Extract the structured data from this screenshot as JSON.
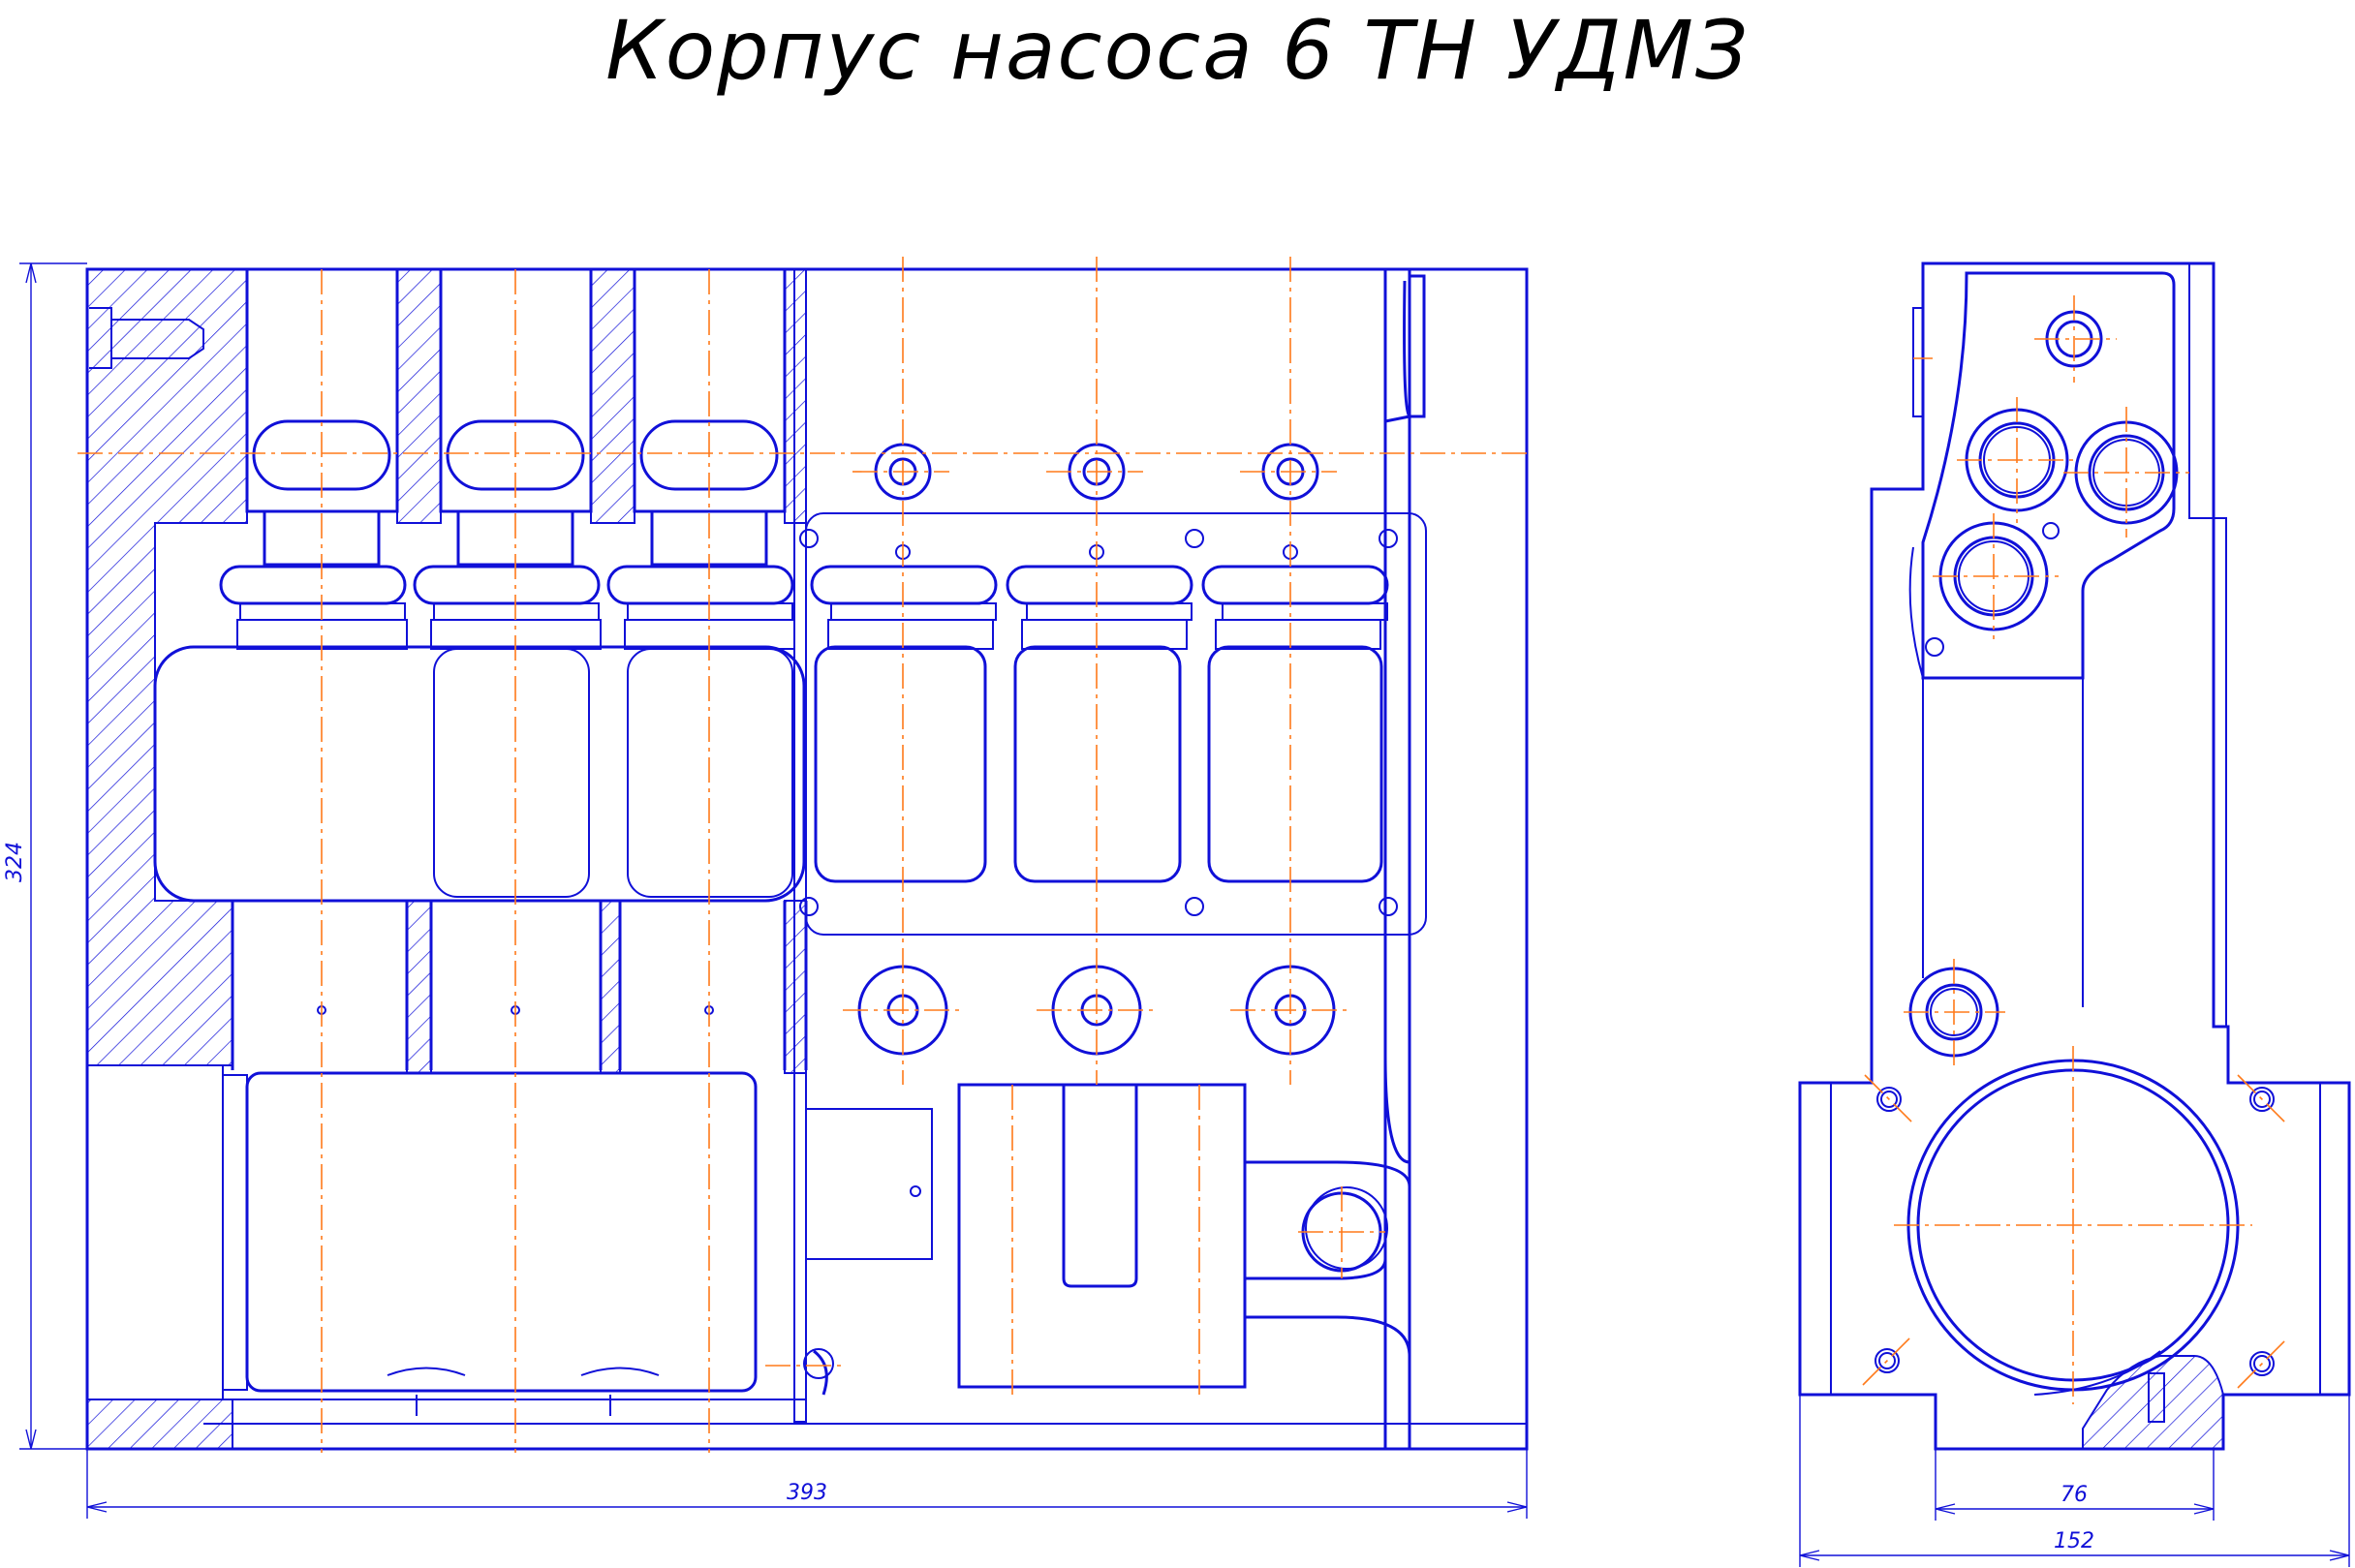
{
  "title": "Корпус насоса 6 ТН УДМЗ",
  "dimensions": {
    "height": "324",
    "width_front": "393",
    "width_side_inner": "76",
    "width_side_outer": "152"
  },
  "colors": {
    "line": "#1010d8",
    "axis": "#ff7a1a",
    "text": "#000000"
  }
}
